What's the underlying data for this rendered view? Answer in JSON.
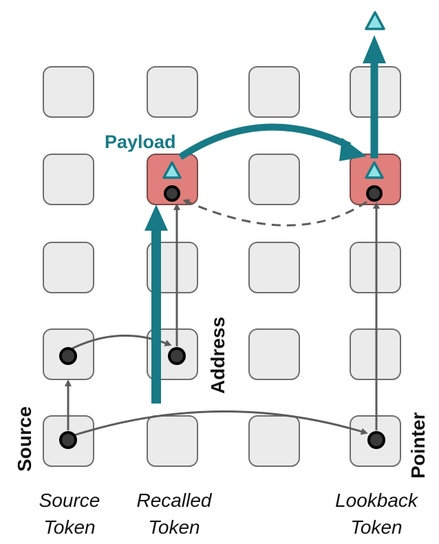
{
  "labels": {
    "payload": "Payload",
    "address": "Address",
    "source": "Source",
    "pointer": "Pointer"
  },
  "columns": [
    {
      "line1": "Source",
      "line2": "Token"
    },
    {
      "line1": "Recalled",
      "line2": "Token"
    },
    {
      "line1": "",
      "line2": ""
    },
    {
      "line1": "Lookback",
      "line2": "Token"
    }
  ],
  "grid": {
    "rows": 5,
    "cols": 4,
    "highlighted": [
      [
        1,
        1
      ],
      [
        1,
        3
      ]
    ]
  },
  "colors": {
    "cell": "#ebebeb",
    "highlight": "#e07f7b",
    "teal": "#177a86",
    "triangle": "#8fe3e6",
    "arrow": "#5c5c5c"
  }
}
